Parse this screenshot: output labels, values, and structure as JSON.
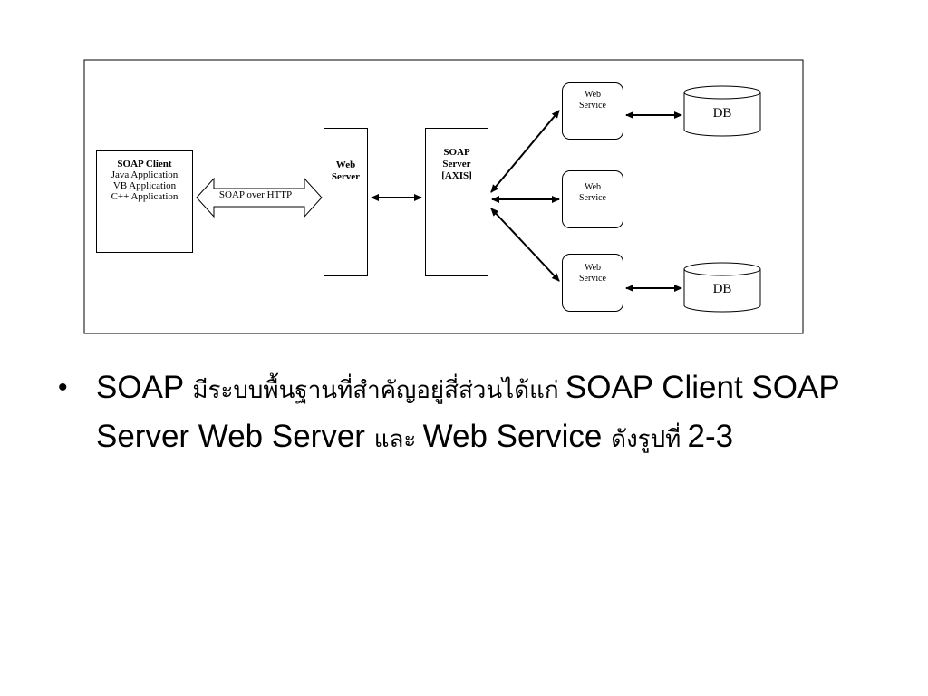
{
  "diagram": {
    "soap_client": {
      "title": "SOAP Client",
      "lines": [
        "Java Application",
        "VB Application",
        "C++ Application"
      ]
    },
    "protocol_arrow_label": "SOAP over HTTP",
    "web_server": {
      "lines": [
        "Web",
        "Server"
      ]
    },
    "soap_server": {
      "lines": [
        "SOAP",
        "Server",
        "[AXIS]"
      ]
    },
    "web_services": [
      {
        "lines": [
          "Web",
          "Service"
        ]
      },
      {
        "lines": [
          "Web",
          "Service"
        ]
      },
      {
        "lines": [
          "Web",
          "Service"
        ]
      }
    ],
    "databases": [
      {
        "label": "DB"
      },
      {
        "label": "DB"
      }
    ]
  },
  "bullet": {
    "symbol": "•",
    "parts": {
      "p1": "SOAP ",
      "p2": "มีระบบพื้นฐานที่สำคัญอยู่สี่ส่วนได้แก่ ",
      "p3": " SOAP Client SOAP Server  Web Server ",
      "p4": "และ ",
      "p5": "Web Service  ",
      "p6": "ดังรูปที่ ",
      "p7": "2-3"
    }
  }
}
